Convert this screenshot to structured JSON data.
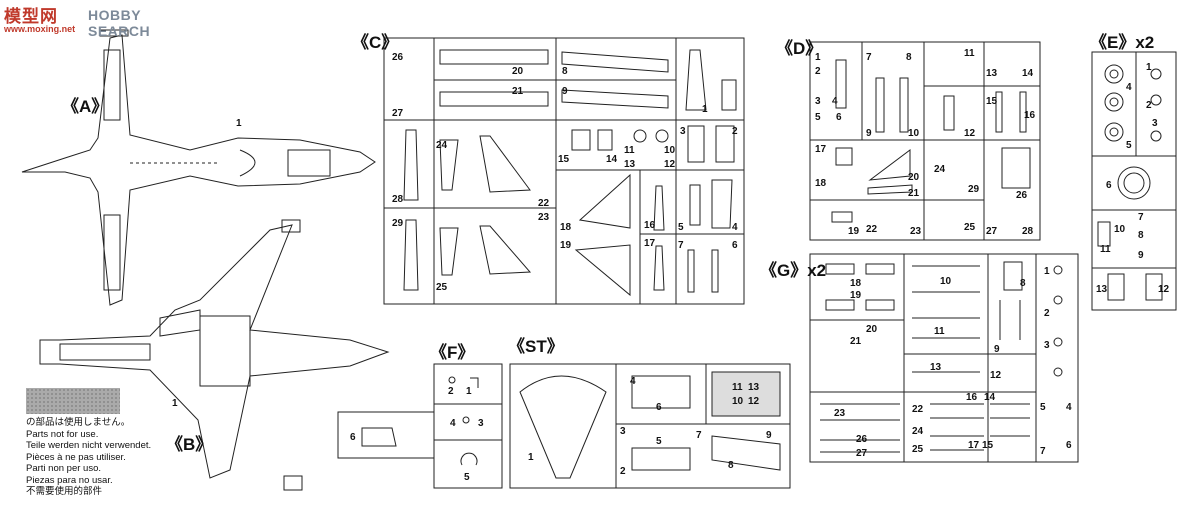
{
  "watermark": {
    "logo": "模型网",
    "brand": "HOBBY SEARCH",
    "url": "www.moxing.net"
  },
  "notice_lines": [
    "の部品は使用しません。",
    "Parts not for use.",
    "Teile werden nicht verwendet.",
    "Pièces à ne pas utiliser.",
    "Parti non per uso.",
    "Piezas para no usar.",
    "不需要使用的部件"
  ],
  "sprues": {
    "A": {
      "title": "《A》",
      "parts": [
        "1"
      ]
    },
    "B": {
      "title": "《B》",
      "parts": [
        "1"
      ]
    },
    "C": {
      "title": "《C》",
      "parts": [
        "1",
        "2",
        "3",
        "4",
        "5",
        "6",
        "7",
        "8",
        "9",
        "10",
        "11",
        "12",
        "13",
        "14",
        "15",
        "16",
        "17",
        "18",
        "19",
        "20",
        "21",
        "22",
        "23",
        "24",
        "25",
        "26",
        "27",
        "28",
        "29"
      ]
    },
    "D": {
      "title": "《D》",
      "parts": [
        "1",
        "2",
        "3",
        "4",
        "5",
        "6",
        "7",
        "8",
        "9",
        "10",
        "11",
        "12",
        "13",
        "14",
        "15",
        "16",
        "17",
        "18",
        "19",
        "20",
        "21",
        "22",
        "23",
        "24",
        "25",
        "26",
        "27",
        "28",
        "29"
      ]
    },
    "E": {
      "title": "《E》x2",
      "parts": [
        "1",
        "2",
        "3",
        "4",
        "5",
        "6",
        "7",
        "8",
        "9",
        "10",
        "11",
        "12",
        "13"
      ]
    },
    "F": {
      "title": "《F》",
      "parts": [
        "1",
        "2",
        "3",
        "4",
        "5",
        "6"
      ]
    },
    "G": {
      "title": "《G》x2",
      "parts": [
        "1",
        "2",
        "3",
        "4",
        "5",
        "6",
        "7",
        "8",
        "9",
        "10",
        "11",
        "12",
        "13",
        "14",
        "15",
        "16",
        "17",
        "18",
        "19",
        "20",
        "21",
        "22",
        "23",
        "24",
        "25",
        "26",
        "27"
      ]
    },
    "ST": {
      "title": "《ST》",
      "parts": [
        "1",
        "2",
        "3",
        "4",
        "5",
        "6",
        "7",
        "8",
        "9",
        "10",
        "11",
        "12",
        "13"
      ]
    }
  }
}
